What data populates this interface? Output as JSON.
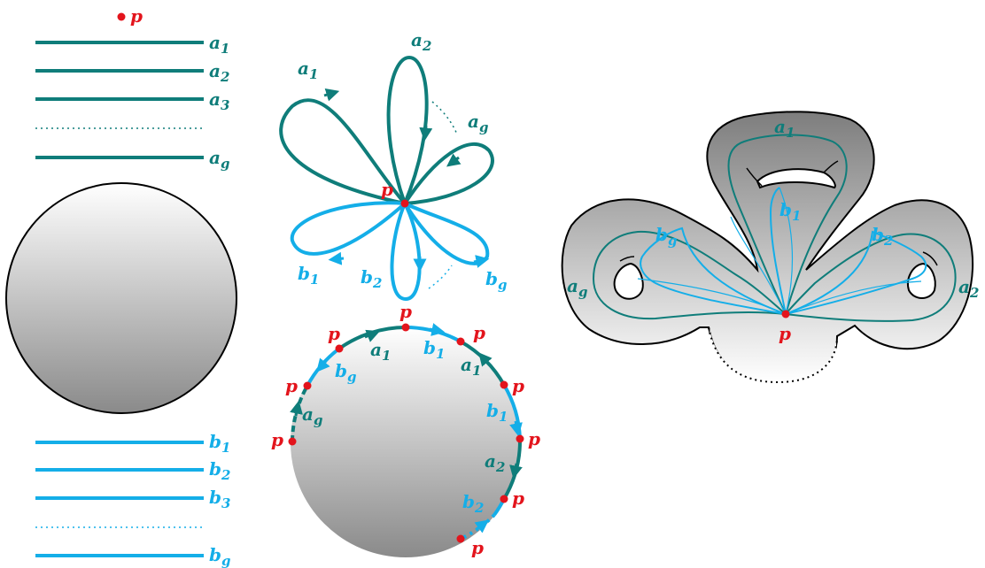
{
  "colors": {
    "teal": "#0f7d7a",
    "cyan": "#14aee8",
    "red": "#e3141c",
    "black": "#000000"
  },
  "basepoint": {
    "letter": "p"
  },
  "left_panel": {
    "a_lines": [
      {
        "letter": "a",
        "sub": "1"
      },
      {
        "letter": "a",
        "sub": "2"
      },
      {
        "letter": "a",
        "sub": "3"
      },
      {
        "letter": "a",
        "sub": "g"
      }
    ],
    "b_lines": [
      {
        "letter": "b",
        "sub": "1"
      },
      {
        "letter": "b",
        "sub": "2"
      },
      {
        "letter": "b",
        "sub": "3"
      },
      {
        "letter": "b",
        "sub": "g"
      }
    ]
  },
  "bouquet": {
    "loops": [
      {
        "letter": "a",
        "sub": "1"
      },
      {
        "letter": "a",
        "sub": "2"
      },
      {
        "letter": "a",
        "sub": "g"
      },
      {
        "letter": "b",
        "sub": "1"
      },
      {
        "letter": "b",
        "sub": "2"
      },
      {
        "letter": "b",
        "sub": "g"
      }
    ]
  },
  "polygon": {
    "edges": [
      {
        "letter": "a",
        "sub": "1"
      },
      {
        "letter": "b",
        "sub": "1"
      },
      {
        "letter": "a",
        "sub": "1"
      },
      {
        "letter": "b",
        "sub": "1"
      },
      {
        "letter": "a",
        "sub": "2"
      },
      {
        "letter": "b",
        "sub": "2"
      },
      {
        "letter": "b",
        "sub": "g"
      },
      {
        "letter": "a",
        "sub": "g"
      }
    ]
  },
  "surface": {
    "curves": [
      {
        "letter": "a",
        "sub": "1"
      },
      {
        "letter": "b",
        "sub": "1"
      },
      {
        "letter": "a",
        "sub": "2"
      },
      {
        "letter": "b",
        "sub": "2"
      },
      {
        "letter": "a",
        "sub": "g"
      },
      {
        "letter": "b",
        "sub": "g"
      }
    ]
  }
}
